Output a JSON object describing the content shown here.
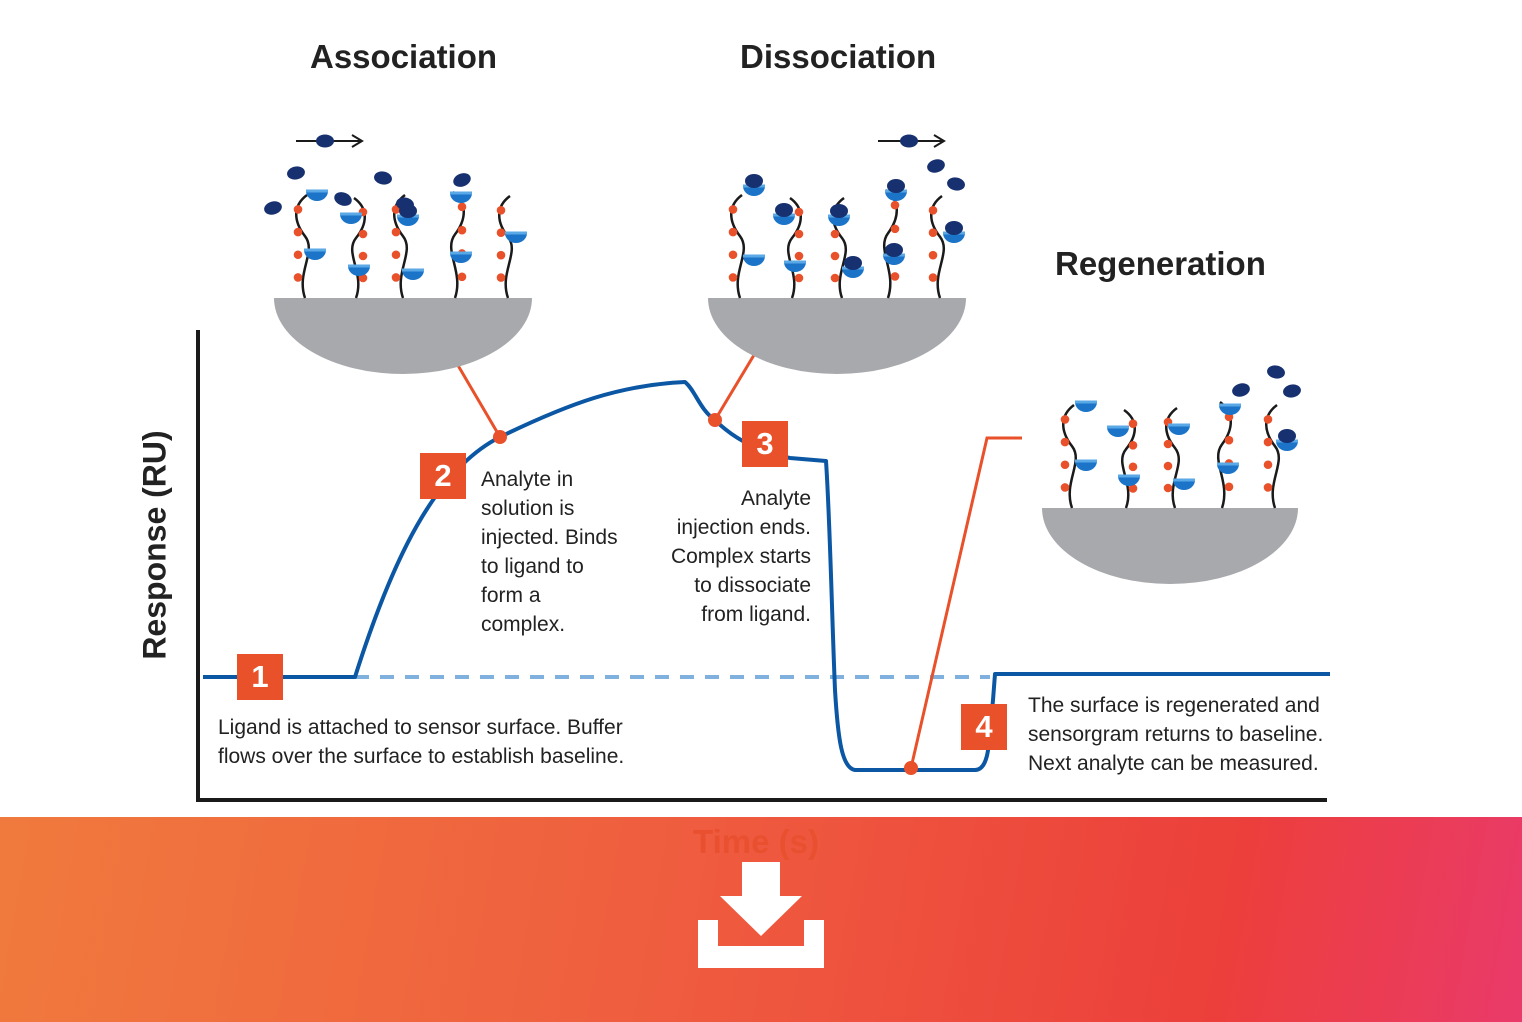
{
  "headings": {
    "association": "Association",
    "dissociation": "Dissociation",
    "regeneration": "Regeneration"
  },
  "axes": {
    "y_label": "Response (RU)",
    "x_label": "Time (s)"
  },
  "steps": [
    {
      "number": "1",
      "lines": [
        "Ligand is attached to sensor surface. Buffer",
        "flows over the surface to establish baseline."
      ]
    },
    {
      "number": "2",
      "lines": [
        "Analyte in",
        "solution is",
        "injected. Binds",
        "to ligand to",
        "form a",
        "complex."
      ]
    },
    {
      "number": "3",
      "lines": [
        "Analyte",
        "injection ends.",
        "Complex starts",
        "to dissociate",
        "from ligand."
      ]
    },
    {
      "number": "4",
      "lines": [
        "The surface is regenerated and",
        "sensorgram returns to baseline.",
        "Next analyte can be measured."
      ]
    }
  ],
  "colors": {
    "curve": "#0b57a4",
    "baseline_dashed": "#7fb0de",
    "callout": "#e8512a",
    "analyte": "#17306f",
    "ligand_cup": "#1b74c8",
    "surface": "#a7a9ac",
    "axis": "#1a1a1a"
  },
  "download_icon": "download-icon"
}
